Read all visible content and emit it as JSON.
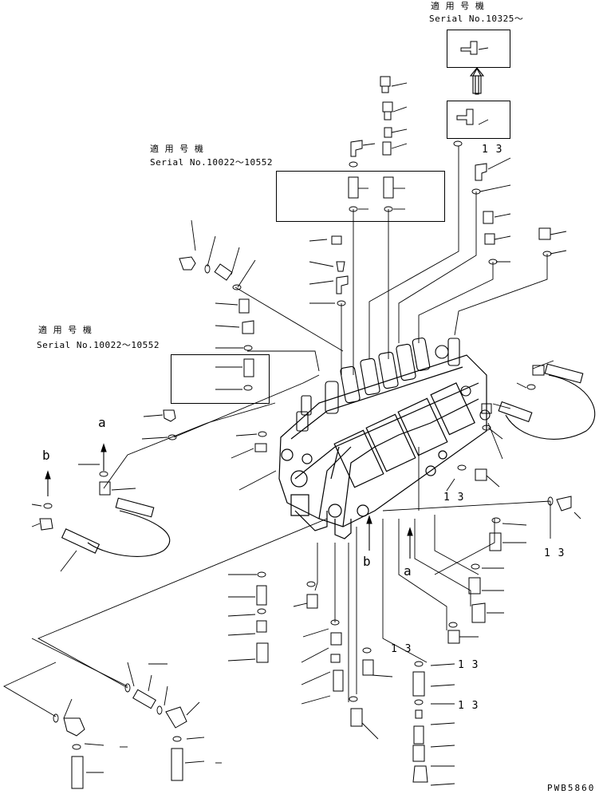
{
  "serial_notes": [
    {
      "heading": "適 用 号 機",
      "serial": "Serial No.10325〜"
    },
    {
      "heading": "適 用 号 機",
      "serial": "Serial No.10022〜10552"
    },
    {
      "heading": "適 用 号 機",
      "serial": "Serial No.10022〜10552"
    }
  ],
  "callouts": {
    "n13": "1 3"
  },
  "direction_letters": {
    "a": "a",
    "b": "b"
  },
  "footer_code": "PWB5860"
}
